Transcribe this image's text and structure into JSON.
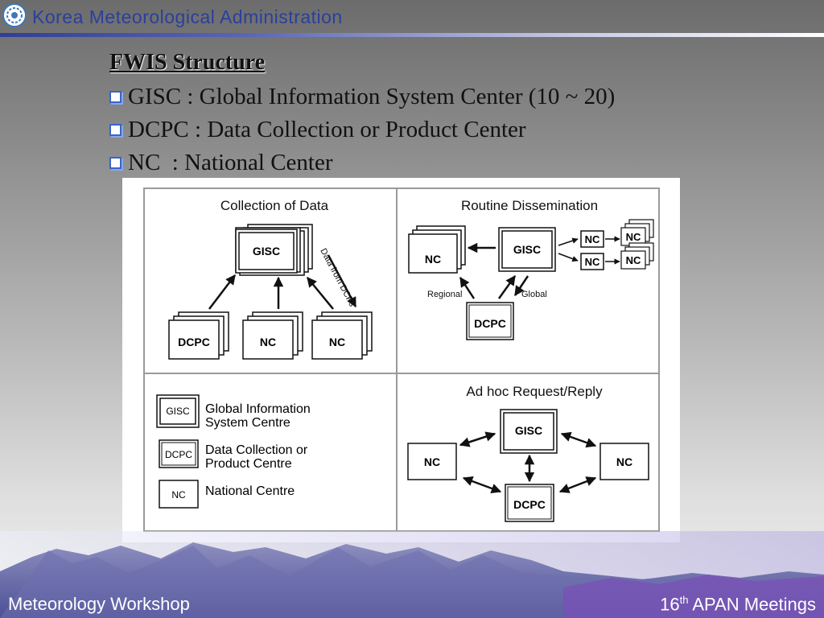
{
  "header": {
    "org_name": "Korea Meteorological Administration"
  },
  "slide": {
    "title": "FWIS Structure",
    "bullets": [
      "GISC : Global Information System Center (10 ~ 20)",
      "DCPC : Data Collection or Product Center",
      "NC  : National Center"
    ]
  },
  "diagram": {
    "collection": {
      "title": "Collection of Data",
      "gisc": "GISC",
      "arrow_label": "Data from DCPs",
      "dcpc": "DCPC",
      "nc_a": "NC",
      "nc_b": "NC"
    },
    "dissemination": {
      "title": "Routine Dissemination",
      "nc_left": "NC",
      "gisc": "GISC",
      "nc_1": "NC",
      "nc_2": "NC",
      "nc_3": "NC",
      "nc_4": "NC",
      "regional": "Regional",
      "global": "Global",
      "dcpc": "DCPC"
    },
    "legend": {
      "gisc_abbr": "GISC",
      "gisc_line1": "Global Information",
      "gisc_line2": "System Centre",
      "dcpc_abbr": "DCPC",
      "dcpc_line1": "Data Collection or",
      "dcpc_line2": "Product Centre",
      "nc_abbr": "NC",
      "nc_desc": "National Centre"
    },
    "adhoc": {
      "title": "Ad hoc Request/Reply",
      "gisc": "GISC",
      "nc_left": "NC",
      "nc_right": "NC",
      "dcpc": "DCPC"
    }
  },
  "footer": {
    "left": "Meteorology Workshop",
    "right_number": "16",
    "right_sup": "th",
    "right_text": " APAN Meetings"
  }
}
